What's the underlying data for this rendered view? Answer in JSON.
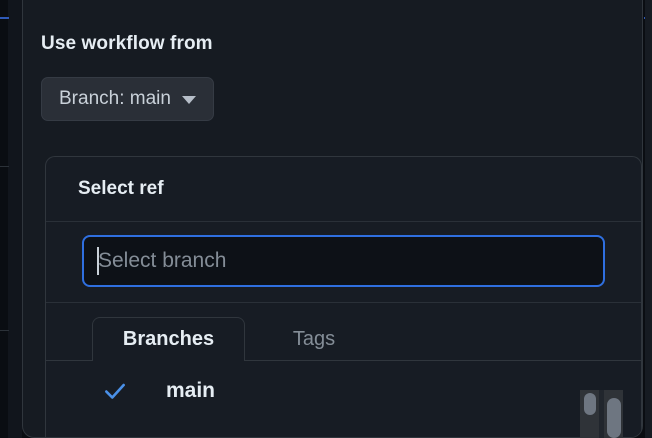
{
  "dialog": {
    "section_label": "Use workflow from",
    "branch_button": {
      "label": "Branch: main",
      "caret_icon": "chevron-down-icon"
    },
    "ref_panel": {
      "title": "Select ref",
      "search": {
        "value": "",
        "placeholder": "Select branch",
        "focused": true
      },
      "tabs": [
        {
          "label": "Branches",
          "selected": true
        },
        {
          "label": "Tags",
          "selected": false
        }
      ],
      "items": [
        {
          "label": "main",
          "selected": true,
          "check_icon": "check-icon"
        }
      ]
    }
  },
  "colors": {
    "page_background": "#0a0d12",
    "dialog_background": "#161b22",
    "panel_background": "#171c24",
    "border": "#30363d",
    "text_primary": "#e6edf3",
    "text_secondary": "#848d97",
    "accent_blue": "#2f6fe0",
    "check_blue": "#4a90e8",
    "button_background": "#2a2f37",
    "scrollbar_thumb": "#6e7681"
  }
}
